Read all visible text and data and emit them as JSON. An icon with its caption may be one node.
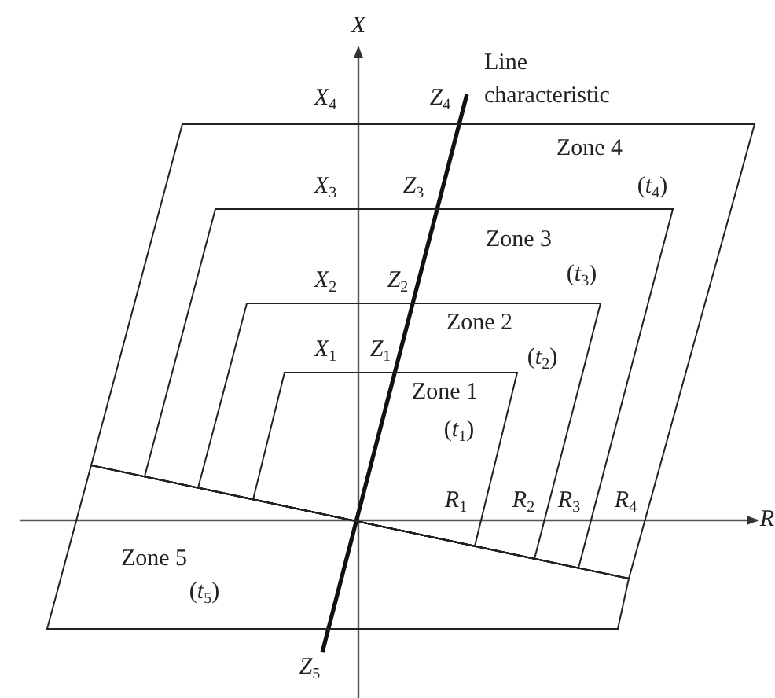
{
  "diagram": {
    "nodes": [
      {
        "text": [
          "Zone 4",
          "(*t*$_{4}$)"
        ]
      },
      {
        "text": [
          "Zone 3",
          "(*t*$_{3}$)"
        ],
        "in": 0
      },
      {
        "text": [
          "Zone 2",
          "(*t*$_{2}$)"
        ],
        "in": 1
      },
      {
        "text": [
          "Zone 1",
          "(*t*$_{1}$)"
        ],
        "in": 2
      },
      {
        "text": [
          "Zone 5",
          "(*t*$_{5}$)"
        ]
      }
    ],
    "labels": [
      "*X*",
      "Line characteristic",
      "*X*$_{4}$",
      "*Z*$_{4}$",
      "*X*$_{3}$",
      "*Z*$_{3}$",
      "*X*$_{2}$",
      "*Z*$_{2}$",
      "*X*$_{1}$",
      "*Z*$_{1}$",
      "*R*$_{1}$",
      "*R*$_{2}$",
      "*R*$_{3}$",
      "*R*$_{4}$",
      "*R*",
      "*Z*$_{5}$"
    ]
  }
}
